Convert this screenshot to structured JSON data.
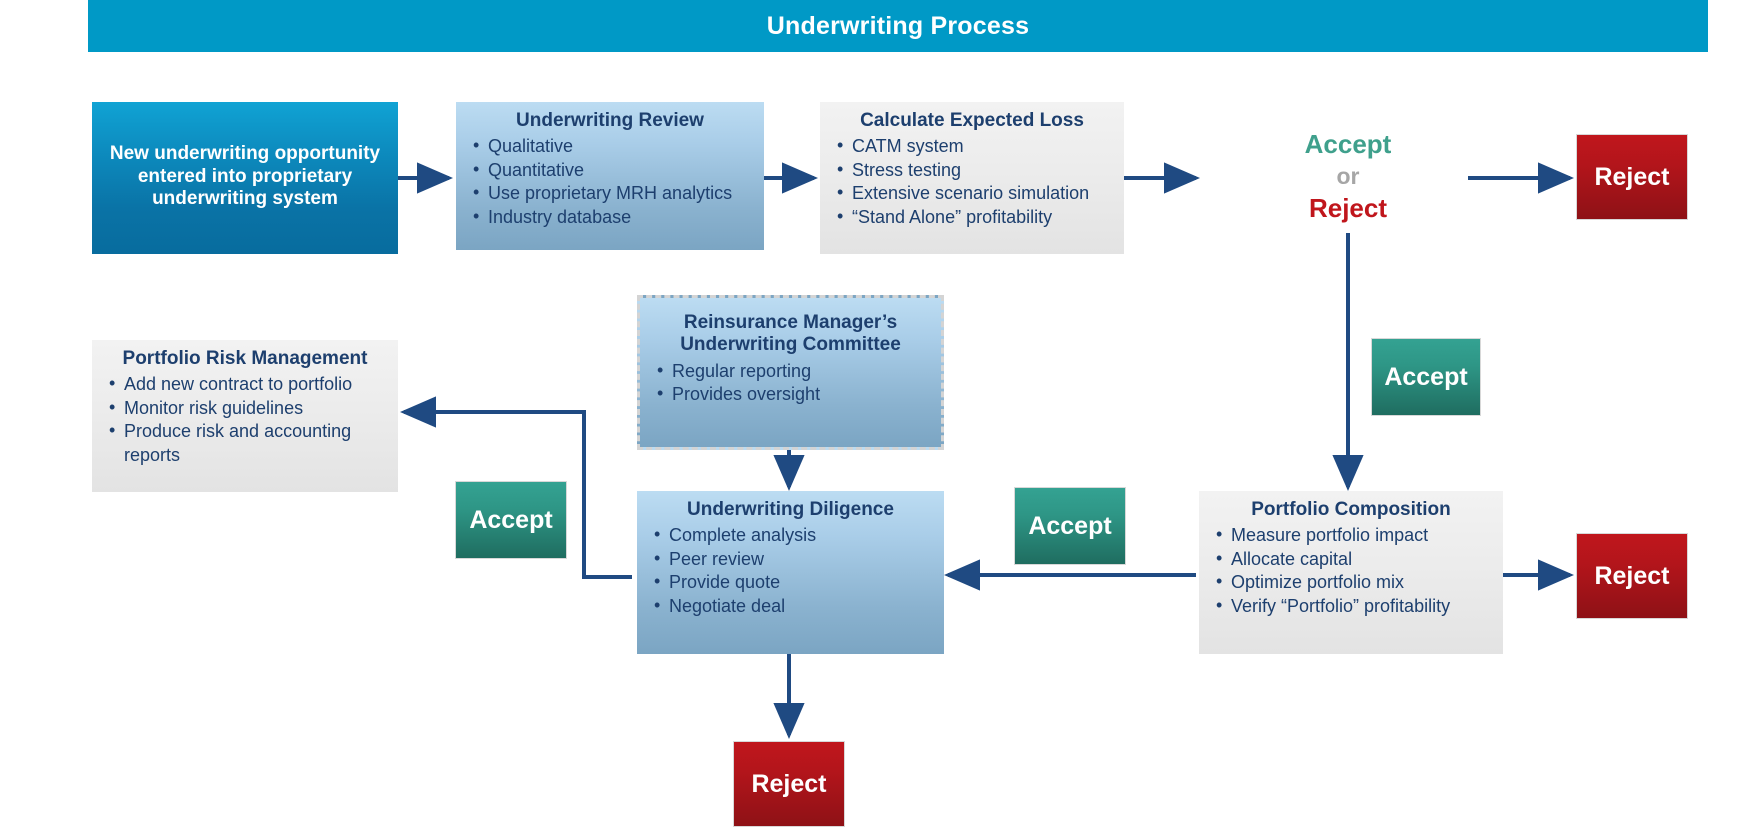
{
  "header": {
    "title": "Underwriting Process",
    "bar_color": "#0099c6"
  },
  "colors": {
    "accent_blue": "#0099c6",
    "navy_text": "#1d3f6e",
    "connector": "#1f4a82",
    "accept_green": "#3fa08c",
    "reject_red": "#c0161c",
    "or_gray": "#a6a6a6"
  },
  "nodes": {
    "new_opportunity": {
      "title": "New underwriting opportunity entered into proprietary underwriting system"
    },
    "underwriting_review": {
      "title": "Underwriting Review",
      "bullets": [
        "Qualitative",
        "Quantitative",
        "Use proprietary MRH analytics",
        "Industry database"
      ]
    },
    "calculate_expected_loss": {
      "title": "Calculate Expected Loss",
      "bullets": [
        "CATM system",
        "Stress testing",
        "Extensive scenario simulation",
        "“Stand Alone” profitability"
      ]
    },
    "decision": {
      "accept": "Accept",
      "or": "or",
      "reject": "Reject"
    },
    "reject_top": {
      "label": "Reject"
    },
    "accept_right": {
      "label": "Accept"
    },
    "portfolio_composition": {
      "title": "Portfolio Composition",
      "bullets": [
        "Measure portfolio impact",
        "Allocate capital",
        "Optimize portfolio mix",
        "Verify “Portfolio” profitability"
      ]
    },
    "reject_right": {
      "label": "Reject"
    },
    "accept_middle": {
      "label": "Accept"
    },
    "underwriting_diligence": {
      "title": "Underwriting Diligence",
      "bullets": [
        "Complete analysis",
        "Peer review",
        "Provide quote",
        "Negotiate deal"
      ]
    },
    "reject_bottom": {
      "label": "Reject"
    },
    "accept_left": {
      "label": "Accept"
    },
    "committee": {
      "title": "Reinsurance Manager’s Underwriting Committee",
      "bullets": [
        "Regular reporting",
        "Provides oversight"
      ]
    },
    "portfolio_risk_management": {
      "title": "Portfolio Risk Management",
      "bullets": [
        "Add new contract to portfolio",
        "Monitor risk guidelines",
        "Produce risk and accounting reports"
      ]
    }
  }
}
